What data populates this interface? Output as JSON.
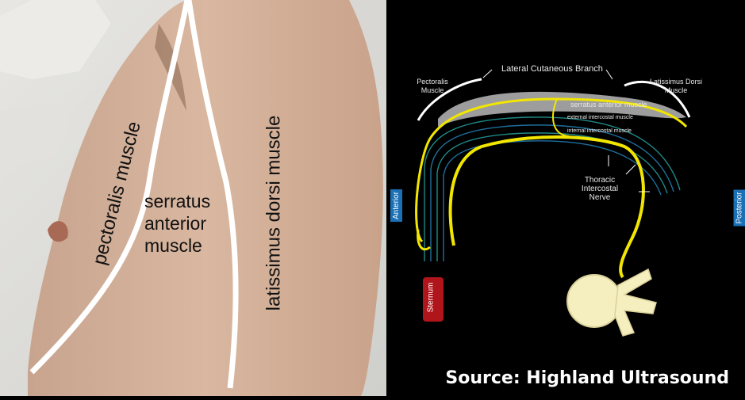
{
  "photo": {
    "labels": {
      "pectoralis": "pectoralis muscle",
      "serratus_line1": "serratus",
      "serratus_line2": "anterior",
      "serratus_line3": "muscle",
      "latissimus": "latissimus dorsi muscle"
    }
  },
  "diagram": {
    "lateral_cutaneous_branch": "Lateral Cutaneous Branch",
    "pectoralis_line1": "Pectoralis",
    "pectoralis_line2": "Muscle",
    "latissimus_line1": "Latissimus Dorsi",
    "latissimus_line2": "Muscle",
    "serratus_anterior": "serratus anterior muscle",
    "external_intercostal": "external intercostal muscle",
    "internal_intercostal": "internal intercostal muscle",
    "thoracic_line1": "Thoracic",
    "thoracic_line2": "Intercostal",
    "thoracic_line3": "Nerve",
    "anterior": "Anterior",
    "posterior": "Posterior",
    "sternum": "Sternum",
    "colors": {
      "nerve": "#f2e600",
      "tag_blue": "#1a6fb5",
      "sternum_red": "#b0151c"
    }
  },
  "source": "Source: Highland Ultrasound"
}
